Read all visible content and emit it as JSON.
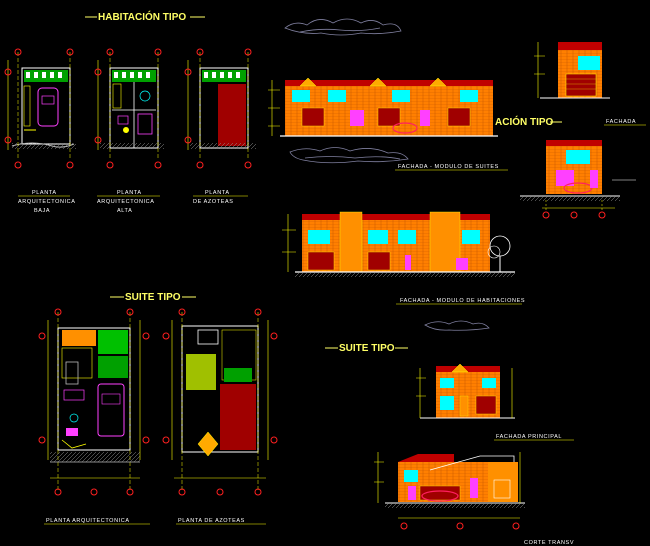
{
  "titles": {
    "habitacion": "HABITACIÓN TIPO",
    "suite_left": "SUITE TIPO",
    "suite_right": "SUITE TIPO",
    "habitacion_overlap": "ACIÓN TIPO"
  },
  "labels": {
    "planta_baja_1": "PLANTA",
    "planta_baja_2": "ARQUITECTONICA",
    "planta_baja_3": "BAJA",
    "planta_alta_1": "PLANTA",
    "planta_alta_2": "ARQUITECTONICA",
    "planta_alta_3": "ALTA",
    "planta_azoteas_1": "PLANTA",
    "planta_azoteas_2": "DE AZOTEAS",
    "fachada_conjunto": "FACHADA - MODULO DE SUITES",
    "fachada_posterior": "FACHADA - MODULO DE HABITACIONES",
    "fachada_right": "FACHADA",
    "fachada_principal": "FACHADA PRINCIPAL",
    "planta_arq": "PLANTA ARQUITECTONICA",
    "planta_azoteas": "PLANTA DE AZOTEAS",
    "corte": "CORTE TRANSV"
  },
  "colors": {
    "background": "#000000",
    "wall": "#ff7f00",
    "window": "#00ffff",
    "roof": "#c00000",
    "title": "#ffff66",
    "grid": "#ffff00",
    "axis_marker": "#ff2020",
    "cloud": "#8080a0"
  }
}
